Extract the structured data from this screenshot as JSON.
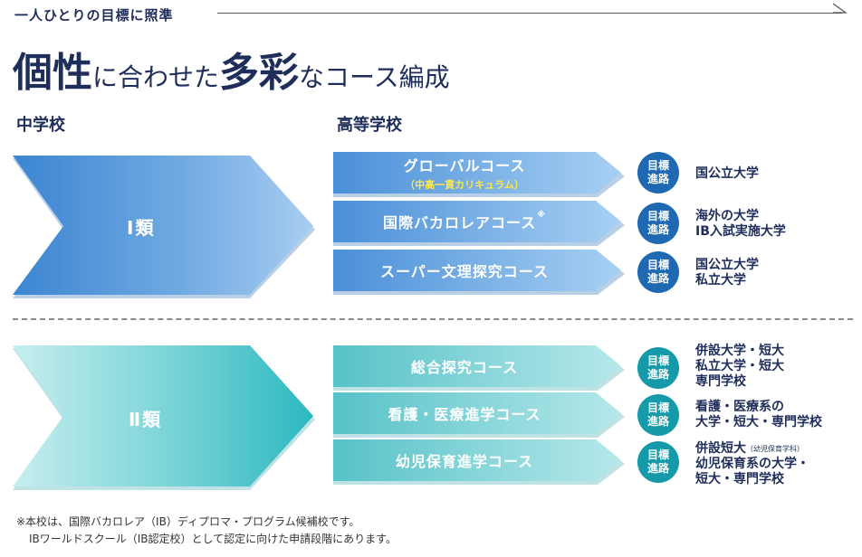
{
  "header": {
    "tagline": "一人ひとりの目標に照準",
    "title": {
      "part1": "個性",
      "part2": "に合わせた",
      "part3": "多彩",
      "part4": "なコース編成"
    }
  },
  "columns": {
    "junior_high": "中学校",
    "senior_high": "高等学校"
  },
  "classes": [
    {
      "label": "Ⅰ類",
      "courses": [
        {
          "name": "グローバルコース",
          "sub": "（中高一貫カリキュラム）"
        },
        {
          "name": "国際バカロレアコース",
          "mark": "※"
        },
        {
          "name": "スーパー文理探究コース"
        }
      ]
    },
    {
      "label": "Ⅱ類",
      "courses": [
        {
          "name": "総合探究コース"
        },
        {
          "name": "看護・医療進学コース"
        },
        {
          "name": "幼児保育進学コース"
        }
      ]
    }
  ],
  "badge": {
    "line1": "目標",
    "line2": "進路"
  },
  "goals": [
    [
      "国公立大学"
    ],
    [
      "海外の大学",
      "IB入試実施大学"
    ],
    [
      "国公立大学",
      "私立大学"
    ],
    [
      "併設大学・短大",
      "私立大学・短大",
      "専門学校"
    ],
    [
      "看護・医療系の",
      "大学・短大・専門学校"
    ],
    {
      "line1": "併設短大",
      "line1_small": "（幼児保育学科）",
      "line2": "幼児保育系の大学・",
      "line3": "短大・専門学校"
    }
  ],
  "notes": [
    "※本校は、国際バカロレア（IB）ディプロマ・プログラム候補校です。",
    "IBワールドスクール（IB認定校）として認定に向けた申請段階にあります。"
  ],
  "colors": {
    "navy": "#1f2d5a",
    "class1_blue": "#4f93d8",
    "class2_teal": "#5cc7cc",
    "badge_blue": "#1f68b2",
    "badge_teal": "#159aaa",
    "subtitle_yellow": "#ffe84a"
  }
}
